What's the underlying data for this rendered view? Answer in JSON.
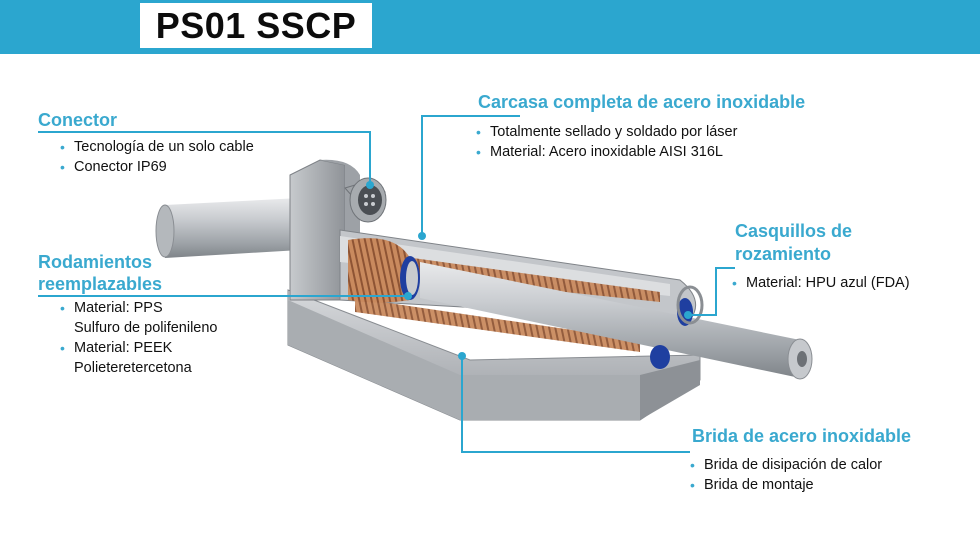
{
  "header": {
    "title": "PS01 SSCP",
    "accent_color": "#2ba6cf"
  },
  "callouts": {
    "conector": {
      "title": "Conector",
      "bullets": [
        "Tecnología de un solo cable",
        "Conector IP69"
      ]
    },
    "carcasa": {
      "title": "Carcasa completa de acero inoxidable",
      "bullets": [
        "Totalmente sellado y soldado por láser",
        "Material: Acero inoxidable AISI 316L"
      ]
    },
    "casquillos": {
      "title_line1": "Casquillos de",
      "title_line2": "rozamiento",
      "bullets": [
        "Material: HPU azul (FDA)"
      ]
    },
    "rodamientos": {
      "title_line1": "Rodamientos",
      "title_line2": "reemplazables",
      "bullets": [
        "Material: PPS\nSulfuro de polifenileno",
        "Material: PEEK\nPolieteretercetona"
      ]
    },
    "brida": {
      "title": "Brida de acero inoxidable",
      "bullets": [
        "Brida de disipación de calor",
        "Brida de montaje"
      ]
    }
  },
  "colors": {
    "callout_title": "#3aa9cf",
    "leader_line": "#2ba6cf",
    "bullet_text": "#111111",
    "steel": "#b8bcc0",
    "copper_coil": "#c98a5e",
    "seal_blue": "#1f3fa0"
  }
}
